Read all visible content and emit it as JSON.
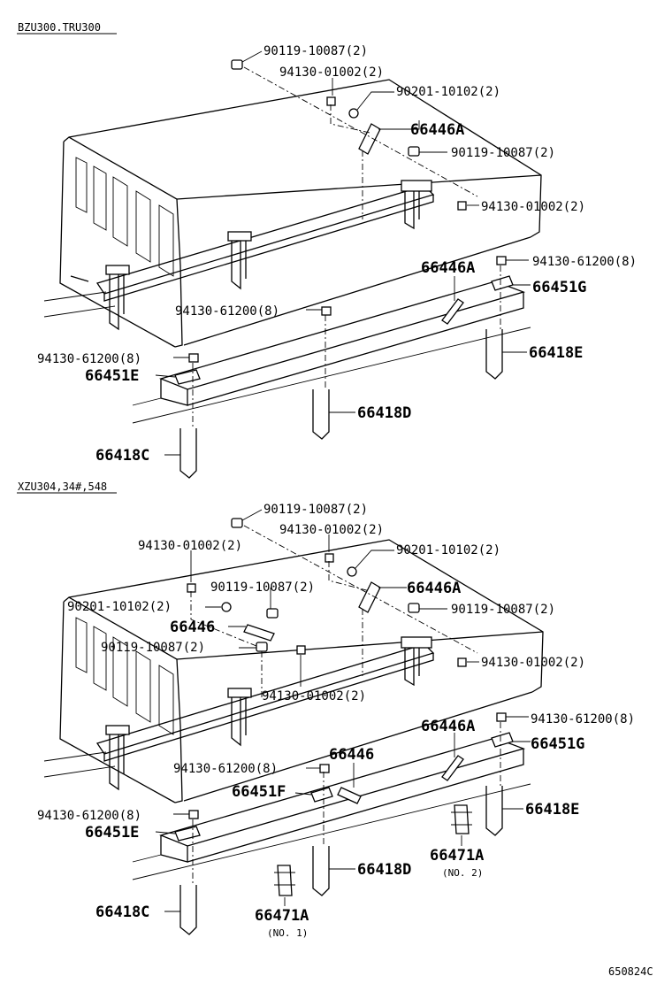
{
  "sections": [
    {
      "header": "BZU300.TRU300",
      "labels": {
        "bolt_a": "90119-10087(2)",
        "nut_a": "94130-01002(2)",
        "washer_a": "90201-10102(2)",
        "bracket_a": "66446A",
        "bolt_b": "90119-10087(2)",
        "nut_b": "94130-01002(2)",
        "bracket_a2": "66446A",
        "nut_c": "94130-61200(8)",
        "plate_g": "66451G",
        "nut_d": "94130-61200(8)",
        "ubolt_e": "66418E",
        "nut_e": "94130-61200(8)",
        "plate_e": "66451E",
        "ubolt_d": "66418D",
        "ubolt_c": "66418C"
      }
    },
    {
      "header": "XZU304,34#,548",
      "labels": {
        "bolt_a": "90119-10087(2)",
        "nut_a": "94130-01002(2)",
        "nut_f": "94130-01002(2)",
        "washer_a": "90201-10102(2)",
        "bolt_f": "90119-10087(2)",
        "bracket_a": "66446A",
        "washer_f": "90201-10102(2)",
        "bolt_b": "90119-10087(2)",
        "bracket_f": "66446",
        "bolt_g": "90119-10087(2)",
        "nut_b": "94130-01002(2)",
        "nut_g": "94130-01002(2)",
        "bracket_a2": "66446A",
        "nut_c": "94130-61200(8)",
        "plate_g": "66451G",
        "nut_d": "94130-61200(8)",
        "bracket_f2": "66446",
        "plate_f": "66451F",
        "nut_e": "94130-61200(8)",
        "ubolt_e": "66418E",
        "plate_e": "66451E",
        "clip_2": "66471A",
        "clip_2_note": "(NO. 2)",
        "ubolt_d": "66418D",
        "clip_1": "66471A",
        "clip_1_note": "(NO. 1)",
        "ubolt_c": "66418C"
      }
    }
  ],
  "figure_code": "650824C"
}
